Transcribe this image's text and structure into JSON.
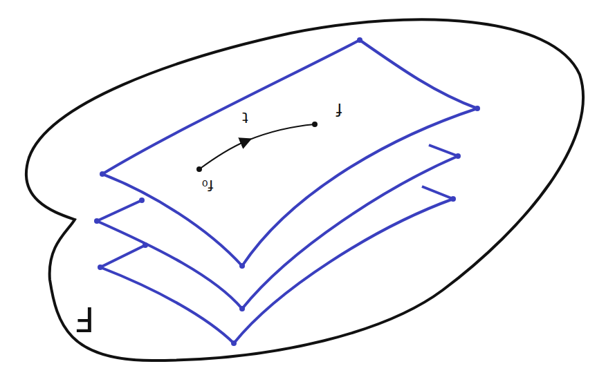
{
  "diagram": {
    "labels": [
      "t",
      "f",
      "f₀",
      "F"
    ]
  }
}
